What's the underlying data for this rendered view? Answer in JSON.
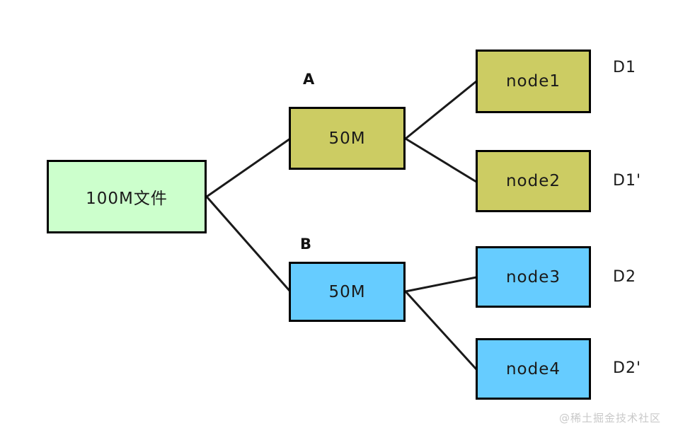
{
  "diagram": {
    "type": "tree",
    "title_text": "",
    "source": {
      "label": "100M文件",
      "fill": "#ccffcc",
      "stroke": "#000000"
    },
    "chunks": [
      {
        "tag": "A",
        "label": "50M",
        "fill": "#cccc63",
        "stroke": "#000000"
      },
      {
        "tag": "B",
        "label": "50M",
        "fill": "#66ccff",
        "stroke": "#000000"
      }
    ],
    "nodes": [
      {
        "label": "node1",
        "replica": "D1",
        "fill": "#cccc63",
        "stroke": "#000000"
      },
      {
        "label": "node2",
        "replica": "D1'",
        "fill": "#cccc63",
        "stroke": "#000000"
      },
      {
        "label": "node3",
        "replica": "D2",
        "fill": "#66ccff",
        "stroke": "#000000"
      },
      {
        "label": "node4",
        "replica": "D2'",
        "fill": "#66ccff",
        "stroke": "#000000"
      }
    ],
    "edges": [
      {
        "from": "source",
        "to": "chunk-a"
      },
      {
        "from": "source",
        "to": "chunk-b"
      },
      {
        "from": "chunk-a",
        "to": "node1"
      },
      {
        "from": "chunk-a",
        "to": "node2"
      },
      {
        "from": "chunk-b",
        "to": "node3"
      },
      {
        "from": "chunk-b",
        "to": "node4"
      }
    ],
    "edge_color": "#1a1a1a",
    "background": "#ffffff"
  },
  "watermark": {
    "text": "@稀土掘金技术社区",
    "color": "#c9c9c9"
  }
}
